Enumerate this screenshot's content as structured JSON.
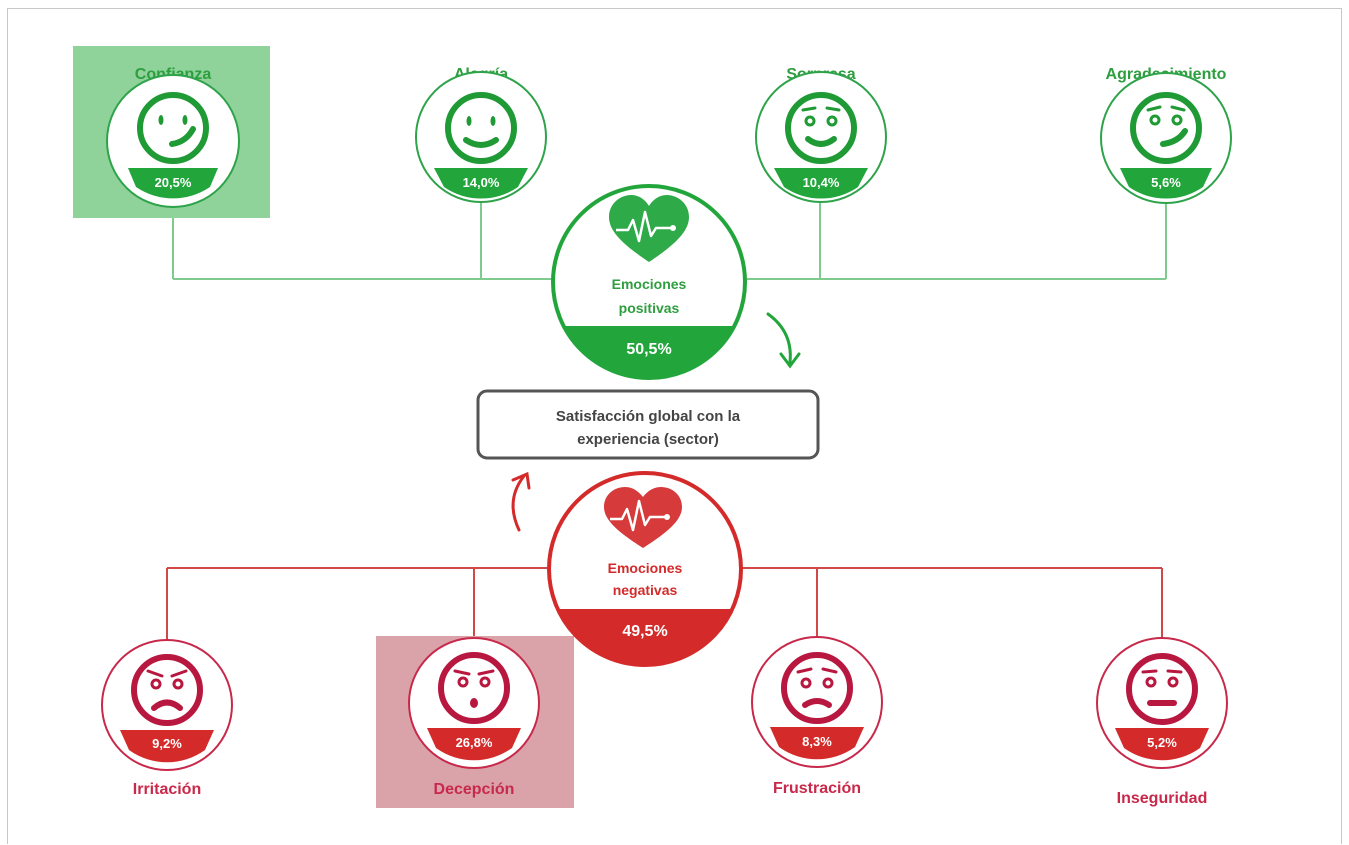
{
  "center": {
    "line1": "Satisfacción global con la",
    "line2": "experiencia (sector)"
  },
  "positive": {
    "line1": "Emociones",
    "line2": "positivas",
    "value": "50,5%",
    "color": "#22a63c",
    "light": "#7fcb8d",
    "highlight": "#8fd39b"
  },
  "negative": {
    "line1": "Emociones",
    "line2": "negativas",
    "value": "49,5%",
    "color": "#d42a2a",
    "dark": "#b8183f",
    "highlight": "#d9a3a9"
  },
  "positive_emotions": [
    {
      "name": "Confianza",
      "value": "20,5%",
      "face": "wink-smile",
      "highlighted": true
    },
    {
      "name": "Alegría",
      "value": "14,0%",
      "face": "smile",
      "highlighted": false
    },
    {
      "name": "Sorpresa",
      "value": "10,4%",
      "face": "surprised-smile",
      "highlighted": false
    },
    {
      "name": "Agradecimiento",
      "value": "5,6%",
      "face": "grateful-smile",
      "highlighted": false
    }
  ],
  "negative_emotions": [
    {
      "name": "Irritación",
      "value": "9,2%",
      "face": "angry",
      "highlighted": false
    },
    {
      "name": "Decepción",
      "value": "26,8%",
      "face": "shocked",
      "highlighted": true
    },
    {
      "name": "Frustración",
      "value": "8,3%",
      "face": "sad",
      "highlighted": false
    },
    {
      "name": "Inseguridad",
      "value": "5,2%",
      "face": "neutral",
      "highlighted": false
    }
  ]
}
